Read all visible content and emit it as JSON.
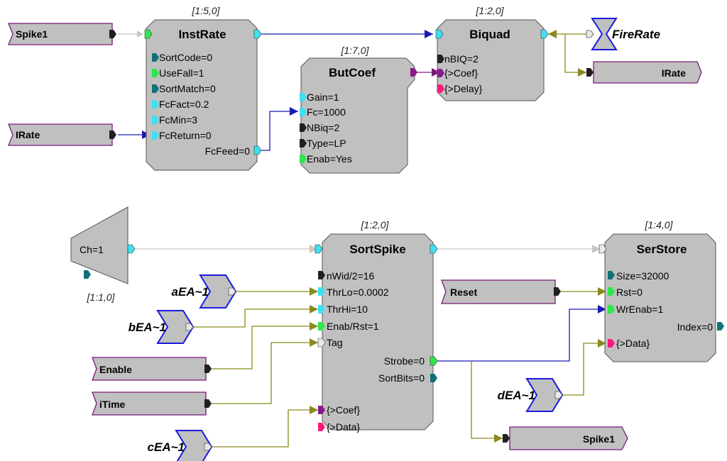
{
  "colors": {
    "teal_port": "#12707a",
    "cyan_port": "#3fe0f0",
    "green_port": "#2ee84a",
    "black_port": "#202020",
    "purple_port": "#8a1a8a",
    "pink_port": "#ff1a7a",
    "white_port": "#e8e8e8",
    "wire_blue": "#1a1ab4",
    "wire_olive": "#8a8a1c",
    "wire_gray": "#c8c8c8"
  },
  "blocks": {
    "instrate": {
      "title": "InstRate",
      "coord": "[1:5,0]",
      "ports": [
        "SortCode=0",
        "UseFall=1",
        "SortMatch=0",
        "FcFact=0.2",
        "FcMin=3",
        "FcReturn=0"
      ],
      "out": "FcFeed=0"
    },
    "butcoef": {
      "title": "ButCoef",
      "coord": "[1:7,0]",
      "ports": [
        "Gain=1",
        "Fc=1000",
        "NBiq=2",
        "Type=LP",
        "Enab=Yes"
      ]
    },
    "biquad": {
      "title": "Biquad",
      "coord": "[1:2,0]",
      "ports": [
        "nBIQ=2",
        "{>Coef}",
        "{>Delay}"
      ]
    },
    "sortspike": {
      "title": "SortSpike",
      "coord": "[1:2,0]",
      "ports": [
        "nWid/2=16",
        "ThrLo=0.0002",
        "ThrHi=10",
        "Enab/Rst=1",
        "Tag",
        "{>Coef}",
        "{>Data}"
      ],
      "out1": "Strobe=0",
      "out2": "SortBits=0"
    },
    "serstore": {
      "title": "SerStore",
      "coord": "[1:4,0]",
      "ports": [
        "Size=32000",
        "Rst=0",
        "WrEnab=1",
        "{>Data}"
      ],
      "out": "Index=0"
    },
    "channel": {
      "label": "Ch=1",
      "coord": "[1:1,0]"
    }
  },
  "tags": {
    "spike1_in": "Spike1",
    "irate_in": "IRate",
    "irate_out": "IRate",
    "reset": "Reset",
    "enable": "Enable",
    "itime": "iTime",
    "spike1_out": "Spike1"
  },
  "externals": {
    "firerate": "FireRate",
    "aea": "aEA~1",
    "bea": "bEA~1",
    "cea": "cEA~1",
    "dea": "dEA~1"
  }
}
